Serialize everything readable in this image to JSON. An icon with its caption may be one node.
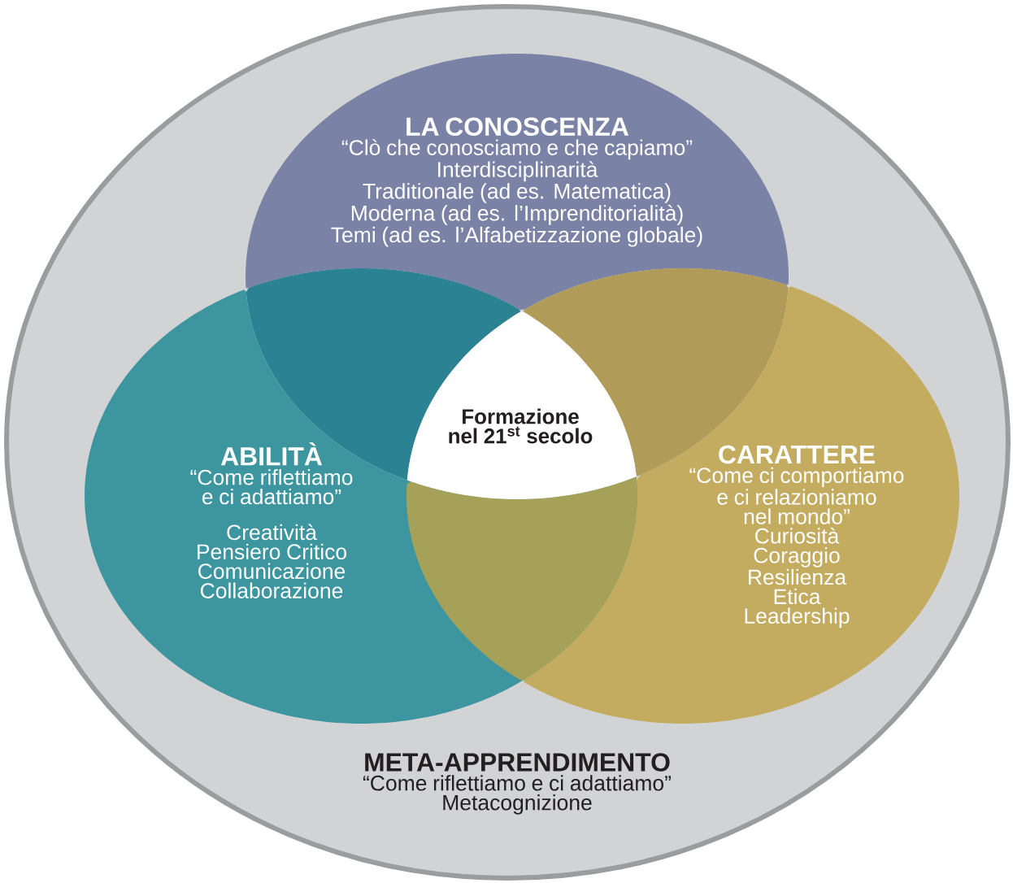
{
  "diagram": {
    "nodes": [
      {
        "text": [
          "META-APPRENDIMENTO",
          "“Come riflettiamo e ci adattiamo”",
          "Metacognizione"
        ]
      },
      {
        "text": [
          "LA CONOSCENZA",
          "“Clò che conosciamo e che capiamo”",
          "Interdisciplinarità",
          "Traditionale (ad es. Matematica)",
          "Moderna (ad es. l’Imprenditorialità)",
          "Temi (ad es. l’Alfabetizzazione globale)"
        ],
        "in": 0
      },
      {
        "text": [
          "ABILITÀ",
          "“Come riflettiamo e ci adattiamo”",
          "Creatività",
          "Pensiero Critico",
          "Comunicazione",
          "Collaborazione"
        ],
        "in": 0
      },
      {
        "text": [
          "CARATTERE",
          "“Come ci comportiamo e ci relazioniamo nel mondo”",
          "Curiosità",
          "Coraggio",
          "Resilienza",
          "Etica",
          "Leadership"
        ],
        "in": 0
      },
      {
        "text": [
          "Formazione nel 21$^{st}$ secolo"
        ],
        "in": 0
      }
    ]
  }
}
